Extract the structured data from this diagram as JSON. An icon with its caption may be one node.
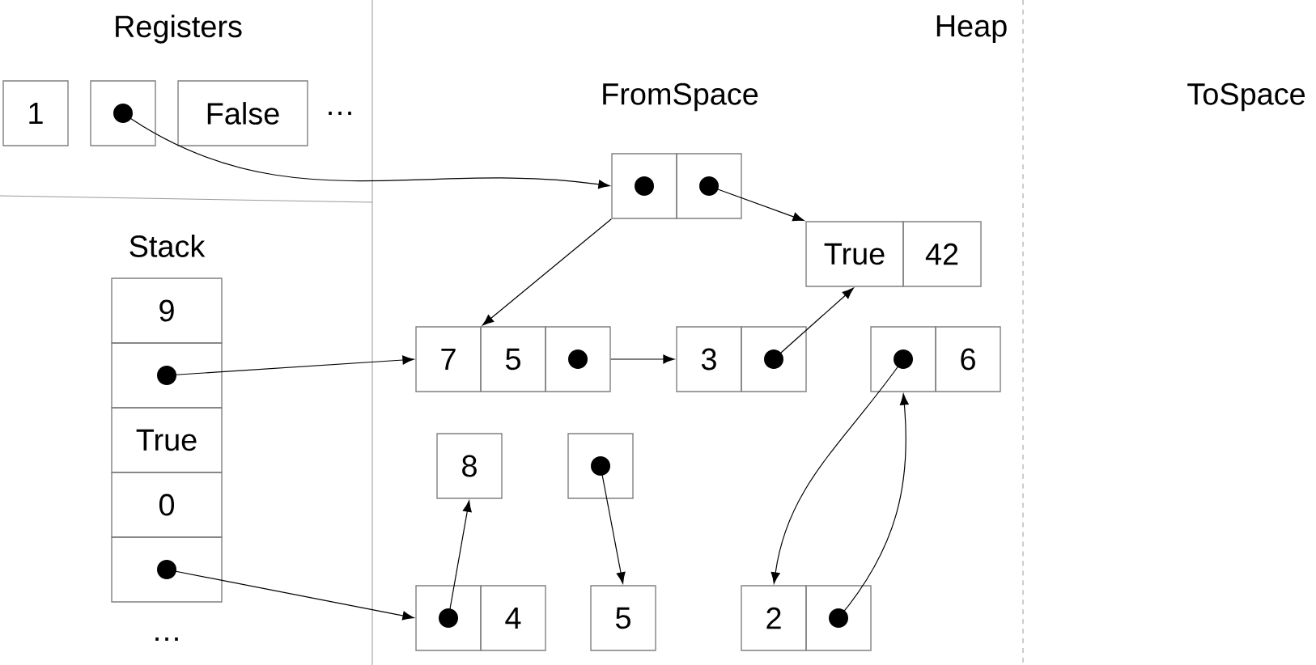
{
  "diagram": {
    "nodes": [
      {
        "text": [
          "1"
        ]
      },
      {
        "text": [],
        "shape": "box"
      },
      {
        "text": [
          "False"
        ]
      },
      {
        "text": [],
        "shape": "box"
      },
      {
        "text": [],
        "shape": "box"
      },
      {
        "text": [
          "True"
        ]
      },
      {
        "text": [
          "42"
        ]
      },
      {
        "text": [
          "9"
        ]
      },
      {
        "text": [],
        "shape": "box"
      },
      {
        "text": [
          "True"
        ]
      },
      {
        "text": [
          "0"
        ]
      },
      {
        "text": [],
        "shape": "box"
      },
      {
        "text": [
          "7"
        ]
      },
      {
        "text": [
          "5"
        ]
      },
      {
        "text": [],
        "shape": "box"
      },
      {
        "text": [
          "3"
        ]
      },
      {
        "text": [],
        "shape": "box"
      },
      {
        "text": [],
        "shape": "box"
      },
      {
        "text": [
          "6"
        ]
      },
      {
        "text": [
          "8"
        ]
      },
      {
        "text": [],
        "shape": "box"
      },
      {
        "text": [],
        "shape": "box"
      },
      {
        "text": [
          "4"
        ]
      },
      {
        "text": [
          "5"
        ]
      },
      {
        "text": [
          "2"
        ]
      },
      {
        "text": [],
        "shape": "box"
      }
    ],
    "edges": [
      {
        "from": 1,
        "to": 3,
        "arrow": "to"
      },
      {
        "from": 3,
        "to": 12,
        "arrow": "to"
      },
      {
        "from": 4,
        "to": 5,
        "arrow": "to"
      },
      {
        "from": 8,
        "to": 12,
        "arrow": "to"
      },
      {
        "from": 11,
        "to": 21,
        "arrow": "to"
      },
      {
        "from": 14,
        "to": 15,
        "arrow": "to"
      },
      {
        "from": 16,
        "to": 5,
        "arrow": "to"
      },
      {
        "from": 17,
        "to": 24,
        "arrow": "to"
      },
      {
        "from": 25,
        "to": 17,
        "arrow": "to"
      },
      {
        "from": 21,
        "to": 19,
        "arrow": "to"
      },
      {
        "from": 20,
        "to": 23,
        "arrow": "to"
      }
    ],
    "labels": [
      "Registers",
      "Heap",
      "…",
      "FromSpace",
      "ToSpace",
      "Stack",
      "…"
    ]
  }
}
